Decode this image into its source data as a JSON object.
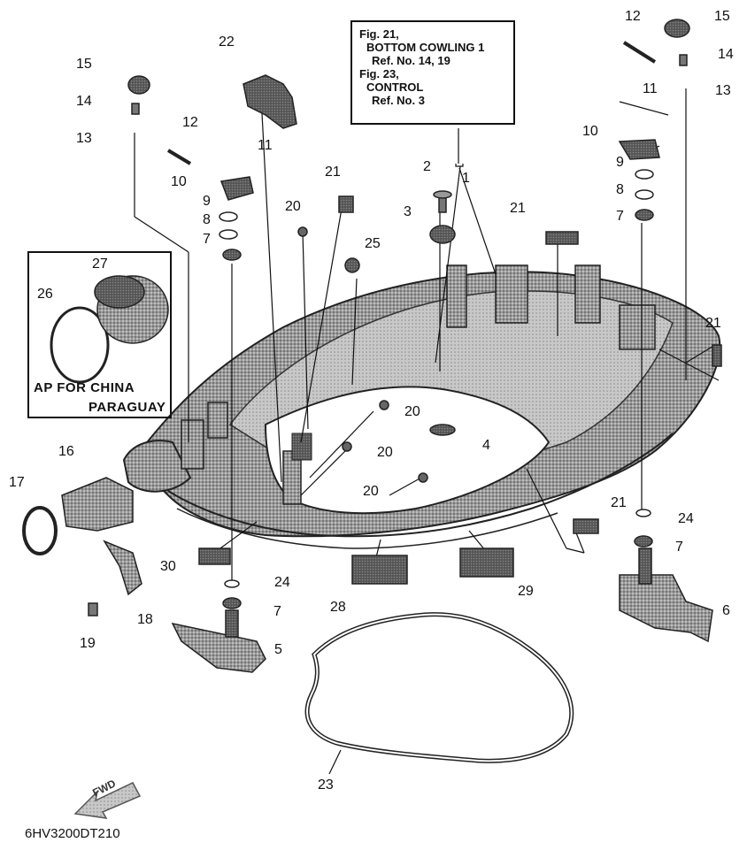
{
  "reference_box": {
    "line1": "Fig. 21,",
    "line2": "BOTTOM COWLING 1",
    "line3": "Ref. No. 14, 19",
    "line4": "Fig. 23,",
    "line5": "CONTROL",
    "line6": "Ref. No. 3"
  },
  "inset": {
    "line1": "AP FOR CHINA",
    "line2": "PARAGUAY"
  },
  "direction_label": "FWD",
  "drawing_code": "6HV3200DT210",
  "callouts": [
    {
      "id": "c1",
      "label": "1"
    },
    {
      "id": "c2",
      "label": "2"
    },
    {
      "id": "c3",
      "label": "3"
    },
    {
      "id": "c4",
      "label": "4"
    },
    {
      "id": "c5",
      "label": "5"
    },
    {
      "id": "c6",
      "label": "6"
    },
    {
      "id": "c7a",
      "label": "7"
    },
    {
      "id": "c7b",
      "label": "7"
    },
    {
      "id": "c7c",
      "label": "7"
    },
    {
      "id": "c7d",
      "label": "7"
    },
    {
      "id": "c8a",
      "label": "8"
    },
    {
      "id": "c8b",
      "label": "8"
    },
    {
      "id": "c9a",
      "label": "9"
    },
    {
      "id": "c9b",
      "label": "9"
    },
    {
      "id": "c10a",
      "label": "10"
    },
    {
      "id": "c10b",
      "label": "10"
    },
    {
      "id": "c11a",
      "label": "11"
    },
    {
      "id": "c11b",
      "label": "11"
    },
    {
      "id": "c12a",
      "label": "12"
    },
    {
      "id": "c12b",
      "label": "12"
    },
    {
      "id": "c13a",
      "label": "13"
    },
    {
      "id": "c13b",
      "label": "13"
    },
    {
      "id": "c14a",
      "label": "14"
    },
    {
      "id": "c14b",
      "label": "14"
    },
    {
      "id": "c15a",
      "label": "15"
    },
    {
      "id": "c15b",
      "label": "15"
    },
    {
      "id": "c16",
      "label": "16"
    },
    {
      "id": "c17",
      "label": "17"
    },
    {
      "id": "c18",
      "label": "18"
    },
    {
      "id": "c19",
      "label": "19"
    },
    {
      "id": "c20a",
      "label": "20"
    },
    {
      "id": "c20b",
      "label": "20"
    },
    {
      "id": "c20c",
      "label": "20"
    },
    {
      "id": "c20d",
      "label": "20"
    },
    {
      "id": "c21a",
      "label": "21"
    },
    {
      "id": "c21b",
      "label": "21"
    },
    {
      "id": "c21c",
      "label": "21"
    },
    {
      "id": "c21d",
      "label": "21"
    },
    {
      "id": "c22",
      "label": "22"
    },
    {
      "id": "c23",
      "label": "23"
    },
    {
      "id": "c24a",
      "label": "24"
    },
    {
      "id": "c24b",
      "label": "24"
    },
    {
      "id": "c25",
      "label": "25"
    },
    {
      "id": "c26",
      "label": "26"
    },
    {
      "id": "c27",
      "label": "27"
    },
    {
      "id": "c28",
      "label": "28"
    },
    {
      "id": "c29",
      "label": "29"
    },
    {
      "id": "c30",
      "label": "30"
    }
  ]
}
